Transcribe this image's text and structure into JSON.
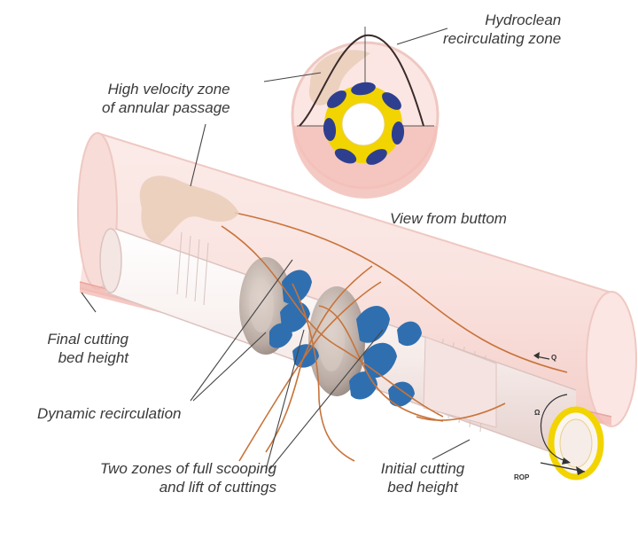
{
  "labels": {
    "hydroclean_line1": "Hydroclean",
    "hydroclean_line2": "recirculating zone",
    "high_velocity_line1": "High velocity zone",
    "high_velocity_line2": "of annular passage",
    "view_from_bottom": "View from buttom",
    "final_bed_line1": "Final cutting",
    "final_bed_line2": "bed height",
    "dynamic_recirculation": "Dynamic recirculation",
    "two_zones_line1": "Two zones of full scooping",
    "two_zones_line2": "and lift of cuttings",
    "initial_bed_line1": "Initial cutting",
    "initial_bed_line2": "bed height",
    "q_symbol": "Q",
    "omega_symbol": "Ω",
    "rop": "ROP"
  },
  "colors": {
    "wellbore": "#f7d9d6",
    "cutting_bed": "#f1b7b0",
    "blade_blue": "#2f6fb0",
    "blade_yellow": "#f2d400",
    "flow_curve": "#c8733a",
    "high_velocity_zone": "#e9cdb9"
  }
}
